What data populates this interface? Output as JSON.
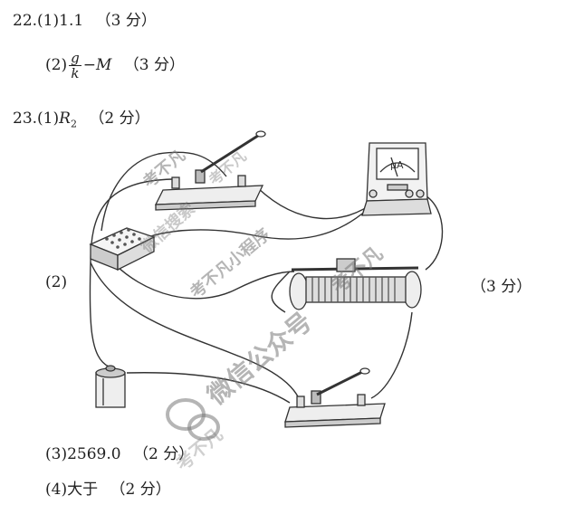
{
  "q22": {
    "line1": {
      "number": "22.",
      "part": "(1)",
      "answer": "1.1",
      "score": "（3 分）"
    },
    "line2": {
      "part": "(2)",
      "frac_num": "g",
      "frac_den": "k",
      "rest": "−M",
      "score": "（3 分）"
    }
  },
  "q23": {
    "line1": {
      "number": "23.",
      "part": "(1)",
      "answer": "R",
      "answer_sub": "2",
      "score": "（2 分）"
    },
    "line2": {
      "part": "(2)",
      "score": "（3 分）"
    },
    "meter_label": "μA",
    "line3": {
      "part": "(3)",
      "answer": "2569.0",
      "score": "（2 分）"
    },
    "line4": {
      "part": "(4)",
      "answer": "大于",
      "score": "（2 分）"
    }
  },
  "watermarks": [
    "考不凡",
    "考不凡",
    "微信搜索",
    "考不凡小程序",
    "考不凡",
    "微信公众号",
    "考不凡"
  ]
}
